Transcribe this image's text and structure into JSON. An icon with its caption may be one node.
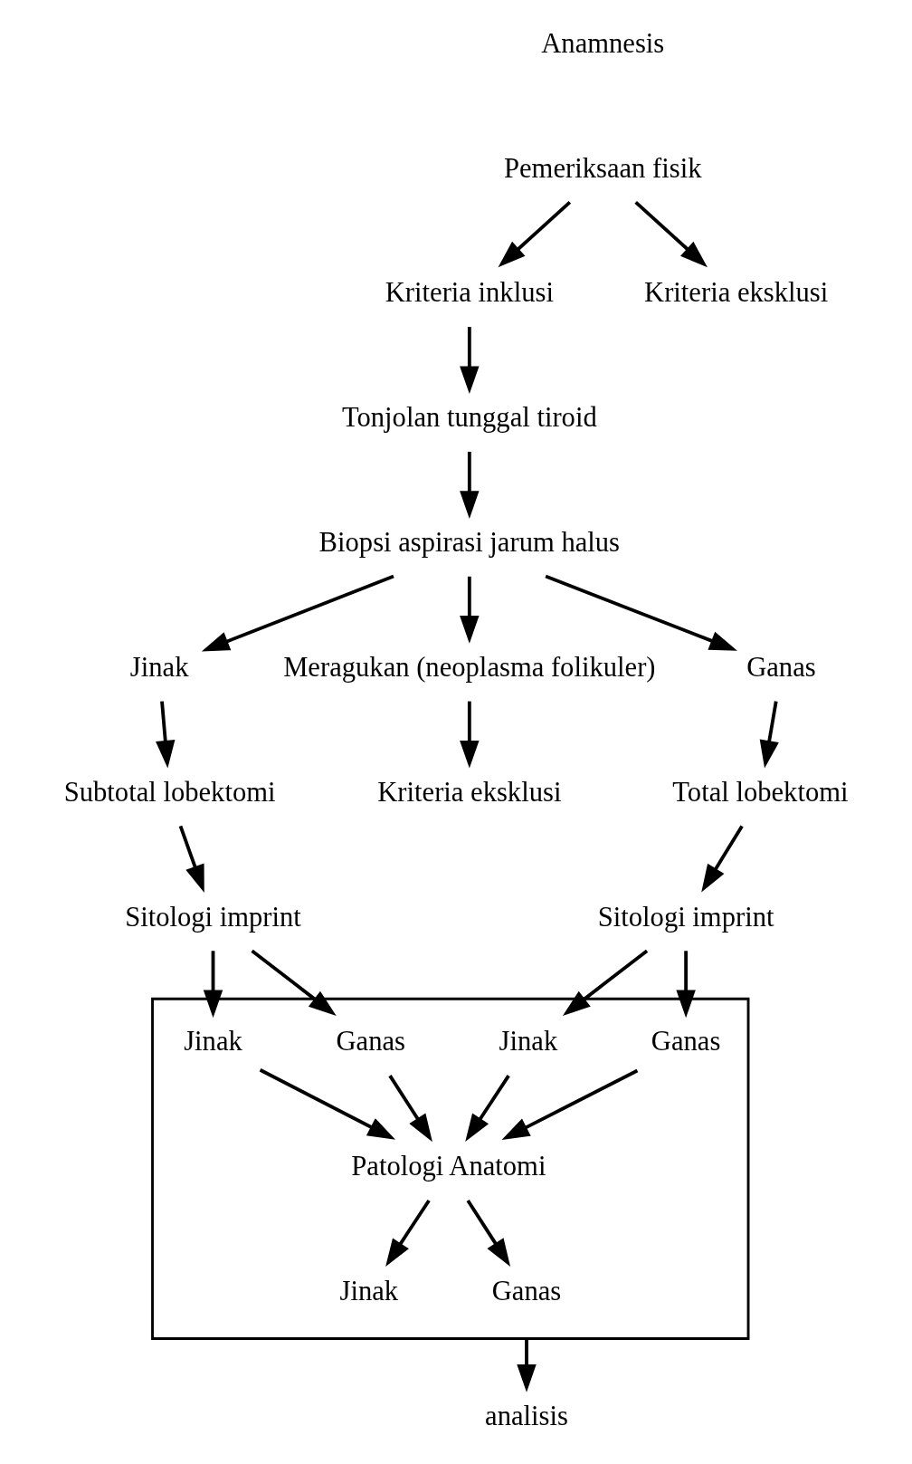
{
  "diagram": {
    "nodes": [
      {
        "text": [
          "Pemeriksaan fisik"
        ]
      },
      {
        "text": [
          "Kriteria inklusi"
        ]
      },
      {
        "text": [
          "Kriteria eksklusi"
        ]
      },
      {
        "text": [
          "Tonjolan tunggal tiroid"
        ]
      },
      {
        "text": [
          "Biopsi aspirasi jarum halus"
        ]
      },
      {
        "text": [
          "Jinak"
        ]
      },
      {
        "text": [
          "Meragukan (neoplasma folikuler)"
        ]
      },
      {
        "text": [
          "Ganas"
        ]
      },
      {
        "text": [
          "Subtotal lobektomi"
        ]
      },
      {
        "text": [
          "Kriteria eksklusi"
        ]
      },
      {
        "text": [
          "Total lobektomi"
        ]
      },
      {
        "text": [
          "Sitologi imprint"
        ]
      },
      {
        "text": [
          "Sitologi imprint"
        ]
      },
      {
        "text": [],
        "shape": "box"
      },
      {
        "text": [
          "Jinak"
        ],
        "in": 13
      },
      {
        "text": [
          "Ganas"
        ],
        "in": 13
      },
      {
        "text": [
          "Jinak"
        ],
        "in": 13
      },
      {
        "text": [
          "Ganas"
        ],
        "in": 13
      },
      {
        "text": [
          "Patologi Anatomi"
        ],
        "in": 13
      },
      {
        "text": [
          "Jinak"
        ],
        "in": 13
      },
      {
        "text": [
          "Ganas"
        ],
        "in": 13
      },
      {
        "text": [
          "analisis"
        ]
      }
    ],
    "edges": [
      {
        "from": 0,
        "to": 1,
        "arrow": "to"
      },
      {
        "from": 0,
        "to": 2,
        "arrow": "to"
      },
      {
        "from": 1,
        "to": 3,
        "arrow": "to"
      },
      {
        "from": 3,
        "to": 4,
        "arrow": "to"
      },
      {
        "from": 4,
        "to": 5,
        "arrow": "to"
      },
      {
        "from": 4,
        "to": 6,
        "arrow": "to"
      },
      {
        "from": 4,
        "to": 7,
        "arrow": "to"
      },
      {
        "from": 5,
        "to": 8,
        "arrow": "to"
      },
      {
        "from": 6,
        "to": 9,
        "arrow": "to"
      },
      {
        "from": 7,
        "to": 10,
        "arrow": "to"
      },
      {
        "from": 8,
        "to": 11,
        "arrow": "to"
      },
      {
        "from": 10,
        "to": 12,
        "arrow": "to"
      },
      {
        "from": 11,
        "to": 14,
        "arrow": "to"
      },
      {
        "from": 11,
        "to": 15,
        "arrow": "to"
      },
      {
        "from": 12,
        "to": 16,
        "arrow": "to"
      },
      {
        "from": 12,
        "to": 17,
        "arrow": "to"
      },
      {
        "from": 14,
        "to": 18,
        "arrow": "to"
      },
      {
        "from": 15,
        "to": 18,
        "arrow": "to"
      },
      {
        "from": 16,
        "to": 18,
        "arrow": "to"
      },
      {
        "from": 17,
        "to": 18,
        "arrow": "to"
      },
      {
        "from": 18,
        "to": 19,
        "arrow": "to"
      },
      {
        "from": 18,
        "to": 20,
        "arrow": "to"
      },
      {
        "from": 13,
        "to": 21,
        "arrow": "to"
      }
    ],
    "labels": [
      "Anamnesis"
    ]
  }
}
